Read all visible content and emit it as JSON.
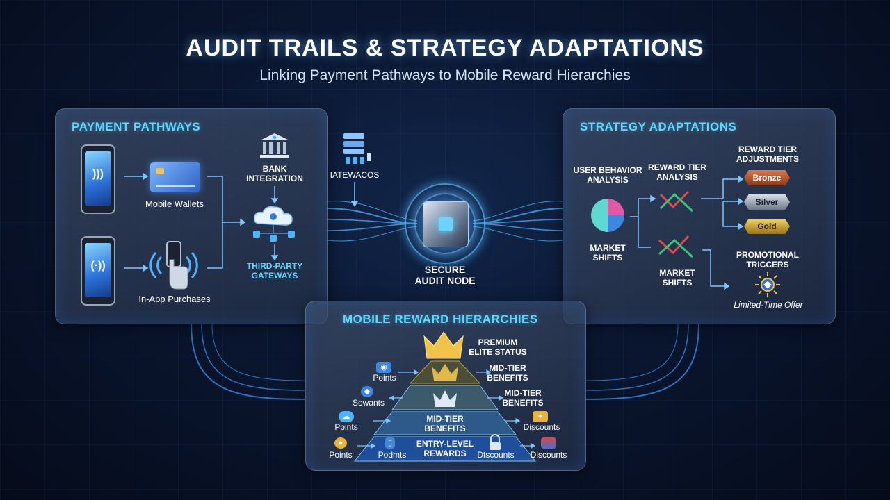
{
  "header": {
    "title": "AUDIT TRAILS & STRATEGY ADAPTATIONS",
    "subtitle": "Linking Payment Pathways to Mobile Reward Hierarchies"
  },
  "payment": {
    "title": "PAYMENT PATHWAYS",
    "mobile_wallets": "Mobile Wallets",
    "in_app": "In-App Purchases",
    "bank": "BANK\nINTEGRATION",
    "third_party": "THIRD-PARTY\nGATEWAYS",
    "gateways": "IATEWACOS"
  },
  "center": {
    "node": "SECURE\nAUDIT NODE"
  },
  "strategy": {
    "title": "STRATEGY ADAPTATIONS",
    "user_behavior": "USER BEHAVIOR\nANALYSIS",
    "reward_tier_analysis": "REWARD TIER\nANALYSIS",
    "market_shifts_1": "MARKET\nSHIFTS",
    "market_shifts_2": "MARKET\nSHIFTS",
    "tier_adjustments": "REWARD TIER\nADJUSTMENTS",
    "tiers": [
      "Bronze",
      "Silver",
      "Gold"
    ],
    "promo": "PROMOTIONAL\nTRICCERS",
    "offer": "Limited-Time Offer"
  },
  "rewards": {
    "title": "MOBILE REWARD HIERARCHIES",
    "premium": "PREMIUM\nELITE STATUS",
    "mid1": "MID-TIER\nBENEFITS",
    "mid2": "MID-TIER\nBENEFITS",
    "mid3": "MID-TIER\nBENEFITS",
    "entry": "ENTRY-LEVEL\nREWARDS",
    "left": [
      "Points",
      "Sowants",
      "Points",
      "Points"
    ],
    "right": [
      "Discounts",
      "Discounts"
    ],
    "inner": [
      "Podmts",
      "Dtscounts"
    ]
  },
  "colors": {
    "accent": "#5fd8ff",
    "bronze": "#b5582e",
    "silver": "#9aa3ad",
    "gold": "#c9a227",
    "glow": "#4fb4ff"
  }
}
